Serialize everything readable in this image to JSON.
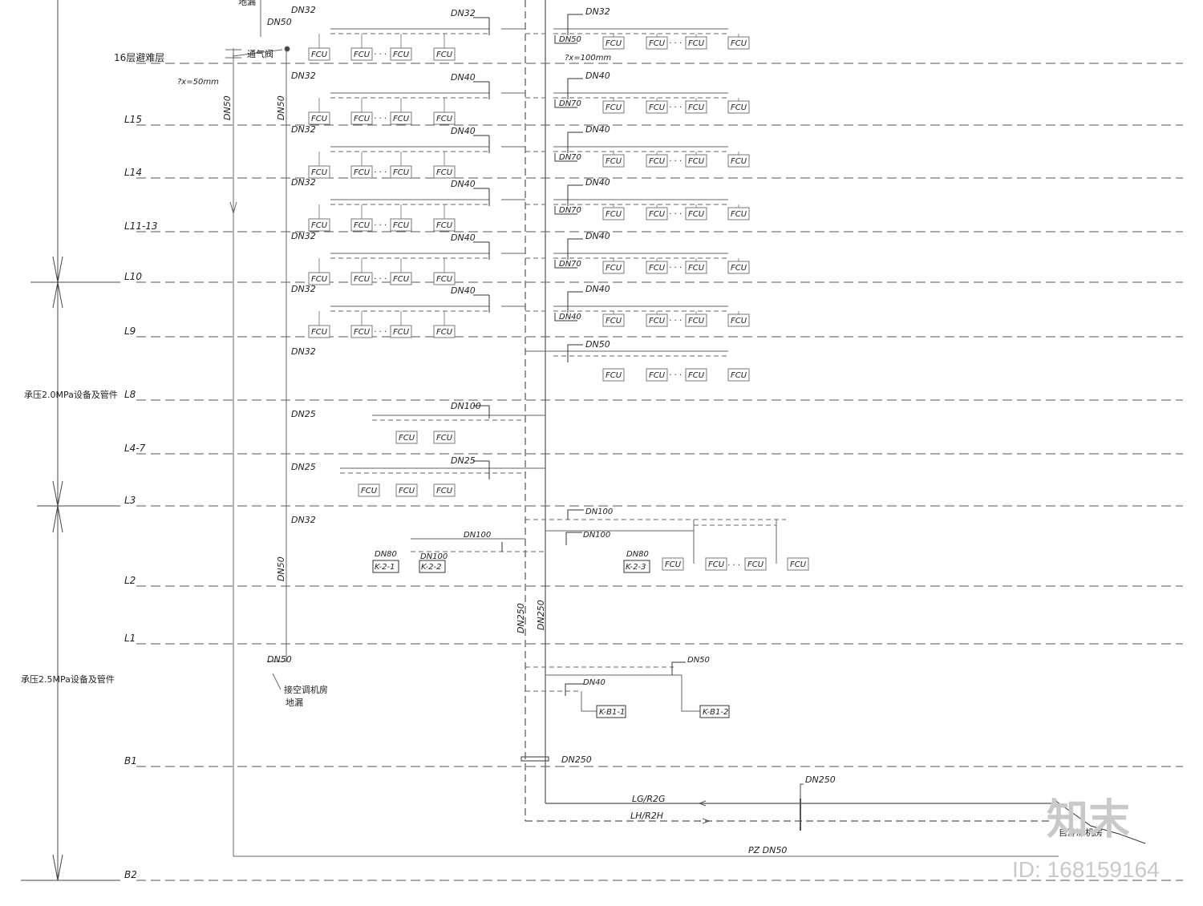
{
  "floors": [
    {
      "label": "16层避难层"
    },
    {
      "label": "L15"
    },
    {
      "label": "L14"
    },
    {
      "label": "L11-13"
    },
    {
      "label": "L10"
    },
    {
      "label": "L9"
    },
    {
      "label": "L8"
    },
    {
      "label": "L4-7"
    },
    {
      "label": "L3"
    },
    {
      "label": "L2"
    },
    {
      "label": "L1"
    },
    {
      "label": "B1"
    },
    {
      "label": "B2"
    }
  ],
  "zones": {
    "upper": "承压2.0MPa设备及管件",
    "lower": "承压2.5MPa设备及管件"
  },
  "labels": {
    "floor_drain": "地漏",
    "vent_valve": "通气阀",
    "slope": "?x=50mm",
    "slope_top": "?x=100mm",
    "ahu_drain_1": "接空调机房",
    "ahu_drain_2": "地漏",
    "supply_line": "LG/R2G",
    "return_line": "LH/R2H",
    "drain_line": "PZ DN50",
    "chiller_room": "自冷冻机房",
    "fcu": "FCU",
    "dots": "· · ·",
    "riser_left": "DN250",
    "riser_right": "DN250",
    "b1_pipe": "DN250",
    "bottom_pipe": "DN250",
    "drain_top": "DN50",
    "drain_riser": "DN50",
    "drain_riser_low": "DN50",
    "drain_bottom": "DN50",
    "dn50_mid": "DN50",
    "dn50_upper": "DN50"
  },
  "pipes": {
    "left_branch": [
      "DN32",
      "DN32",
      "DN32",
      "DN32",
      "DN32",
      "DN32",
      "DN32",
      "DN25",
      "DN25",
      "DN32"
    ],
    "left_header": [
      "DN32",
      "DN40",
      "DN40",
      "DN40",
      "DN40",
      "DN40",
      "DN100",
      "DN25"
    ],
    "right_header": [
      "DN32",
      "DN40",
      "DN40",
      "DN40",
      "DN40",
      "DN40",
      "DN50"
    ],
    "right_branch": [
      "DN50",
      "DN70",
      "DN70",
      "DN70",
      "DN70",
      "DN40"
    ],
    "l2_left": [
      "DN80",
      "DN100",
      "DN100"
    ],
    "l2_right": [
      "DN100",
      "DN100",
      "DN80"
    ],
    "b1": [
      "DN40",
      "DN50"
    ]
  },
  "units": {
    "l2": [
      "K-2-1",
      "K-2-2",
      "K-2-3"
    ],
    "b1": [
      "K-B1-1",
      "K-B1-2"
    ]
  },
  "watermark": {
    "brand": "知末",
    "id": "ID: 168159164"
  }
}
